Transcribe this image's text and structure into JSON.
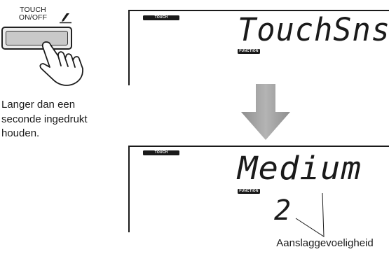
{
  "button": {
    "caption_line1": "TOUCH",
    "caption_line2": "ON/OFF",
    "icon": "pen-icon"
  },
  "hand_icon": "pointing-hand-icon",
  "instruction": {
    "line1": "Langer dan een",
    "line2": "seconde ingedrukt",
    "line3": "houden."
  },
  "display_before": {
    "touch_badge": "TOUCH",
    "function_badge": "FUNCTION",
    "text": "TouchSns"
  },
  "arrow_icon": "down-arrow-icon",
  "display_after": {
    "touch_badge": "TOUCH",
    "function_badge": "FUNCTION",
    "text": "Medium",
    "value": "2"
  },
  "callout": {
    "label": "Aanslaggevoeligheid"
  },
  "colors": {
    "ink": "#1a1a1a",
    "button_face": "#c9c9c9",
    "arrow_gray": "#a3a3a3"
  }
}
